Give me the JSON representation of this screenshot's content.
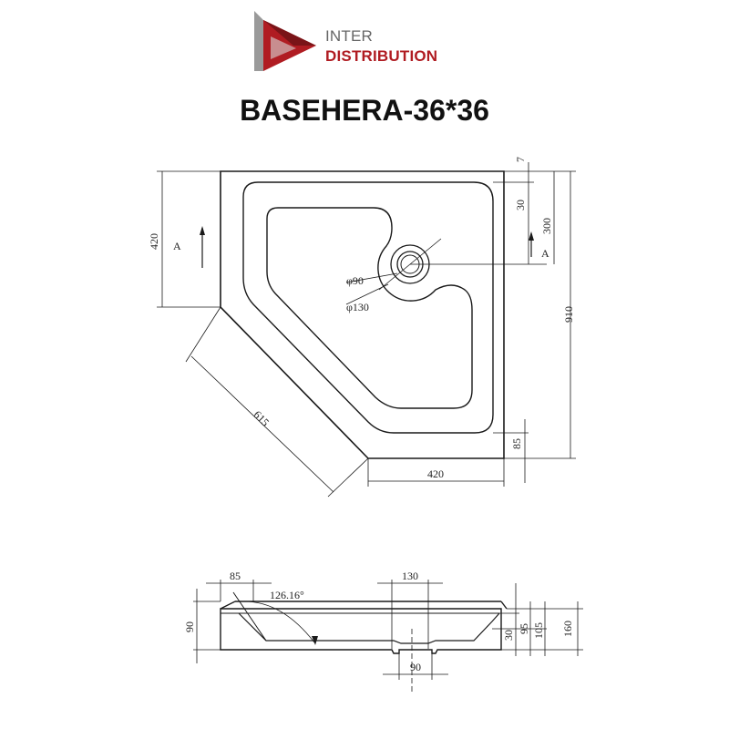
{
  "brand": {
    "line1": "INTER",
    "line2": "DISTRIBUTION",
    "colors": {
      "red": "#b01c22",
      "dark_red": "#7a1418",
      "gray": "#8a8a8a"
    }
  },
  "title": "BASEHERA-36*36",
  "plan_view": {
    "dims": {
      "top_small": "7",
      "top_rim": "30",
      "drain_offset": "300",
      "overall_height": "910",
      "left_height": "420",
      "diagonal": "615",
      "bottom_width": "420",
      "bottom_rim": "85",
      "drain_inner": "φ90",
      "drain_outer": "φ130"
    },
    "section_marks": [
      "A",
      "A"
    ]
  },
  "section_view": {
    "dims": {
      "rim_width": "85",
      "angle": "126.16°",
      "drain_width": "130",
      "left_height": "90",
      "rim_30": "30",
      "depth_95": "95",
      "depth_105": "105",
      "total_160": "160",
      "drain_bottom": "90"
    }
  }
}
